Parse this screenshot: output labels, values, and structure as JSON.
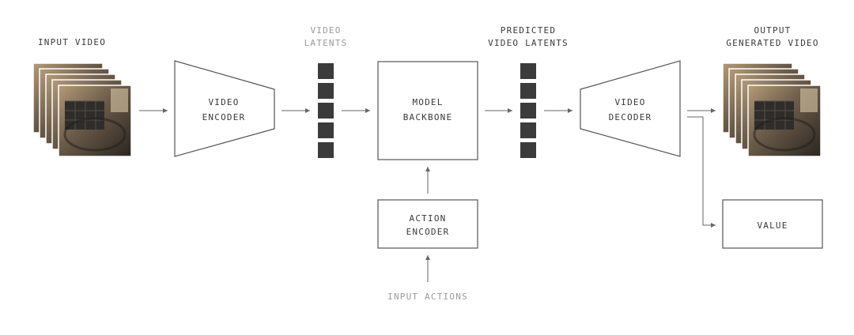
{
  "input_video": {
    "label": "INPUT VIDEO"
  },
  "video_encoder": {
    "line1": "VIDEO",
    "line2": "ENCODER"
  },
  "video_latents": {
    "line1": "VIDEO",
    "line2": "LATENTS"
  },
  "model_backbone": {
    "line1": "MODEL",
    "line2": "BACKBONE"
  },
  "predicted_latents": {
    "line1": "PREDICTED",
    "line2": "VIDEO LATENTS"
  },
  "video_decoder": {
    "line1": "VIDEO",
    "line2": "DECODER"
  },
  "output_video": {
    "line1": "OUTPUT",
    "line2": "GENERATED VIDEO"
  },
  "action_encoder": {
    "line1": "ACTION",
    "line2": "ENCODER"
  },
  "value": {
    "label": "VALUE"
  },
  "input_actions": {
    "label": "INPUT ACTIONS"
  },
  "colors": {
    "stroke": "#555555",
    "latent": "#3b3b3b",
    "muted_text": "#9a9a9a",
    "text": "#3a3a3a"
  }
}
